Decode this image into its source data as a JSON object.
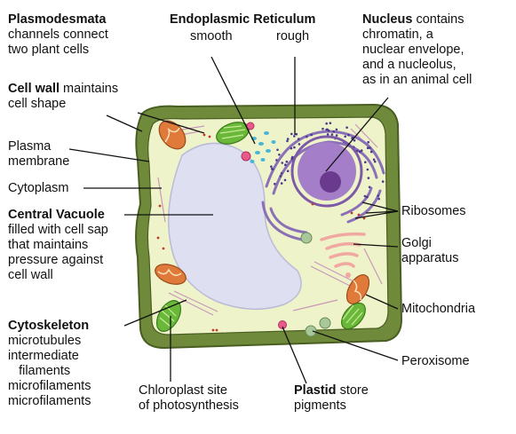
{
  "labels": {
    "plasmodesmata": {
      "title": "Plasmodesmata",
      "lines": [
        "channels connect",
        "two plant cells"
      ]
    },
    "er": {
      "title": "Endoplasmic Reticulum",
      "smooth": "smooth",
      "rough": "rough"
    },
    "nucleus": {
      "title": "Nucleus",
      "title_rest": " contains",
      "lines": [
        "chromatin, a",
        "nuclear envelope,",
        "and a nucleolus,",
        "as in an animal cell"
      ]
    },
    "cell_wall": {
      "title": "Cell wall",
      "title_rest": " maintains",
      "lines": [
        "cell shape"
      ]
    },
    "plasma_membrane": {
      "lines": [
        "Plasma",
        "membrane"
      ]
    },
    "cytoplasm": {
      "text": "Cytoplasm"
    },
    "central_vacuole": {
      "title": "Central Vacuole",
      "lines": [
        "filled with cell sap",
        "that maintains",
        "pressure against",
        "cell wall"
      ]
    },
    "ribosomes": {
      "text": "Ribosomes"
    },
    "golgi": {
      "lines": [
        "Golgi",
        "apparatus"
      ]
    },
    "mitochondria": {
      "text": "Mitochondria"
    },
    "cytoskeleton": {
      "title": "Cytoskeleton",
      "lines": [
        "microtubules",
        "intermediate",
        "   filaments",
        "microfilaments",
        "microfilaments"
      ]
    },
    "chloroplast": {
      "lines": [
        "Chloroplast site",
        "of photosynthesis"
      ]
    },
    "plastid": {
      "title": "Plastid",
      "title_rest": " store",
      "lines": [
        "pigments"
      ]
    },
    "peroxisome": {
      "text": "Peroxisome"
    }
  },
  "colors": {
    "cell_wall": "#6e8a3a",
    "cell_wall_dark": "#4a5e22",
    "cytoplasm": "#eef3c9",
    "vacuole": "#dedff0",
    "vacuole_edge": "#b9bbd8",
    "nucleus_envelope": "#7c5aa8",
    "nucleus_fill": "#a47ec8",
    "nucleolus": "#6a3a8e",
    "rough_er": "#8a70b8",
    "smooth_er": "#45b6d8",
    "ribosome": "#4a3a8a",
    "golgi": "#f0a8a0",
    "mitochondria": "#e07a3a",
    "chloroplast": "#6ab83a",
    "plastid": "#e85a8a",
    "peroxisome": "#a8c89a",
    "cytoskeleton": "#c898b8"
  }
}
